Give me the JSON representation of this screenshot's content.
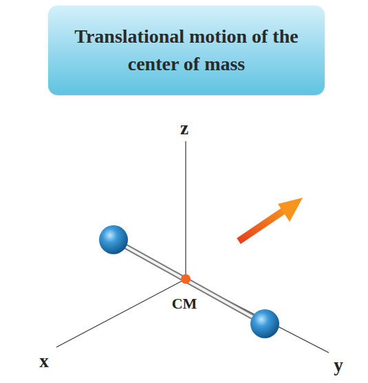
{
  "diagram": {
    "nodes": [
      {
        "text": [
          "Translational motion of the center of mass"
        ]
      }
    ],
    "labels": [
      "z",
      "x",
      "y",
      "CM"
    ]
  }
}
